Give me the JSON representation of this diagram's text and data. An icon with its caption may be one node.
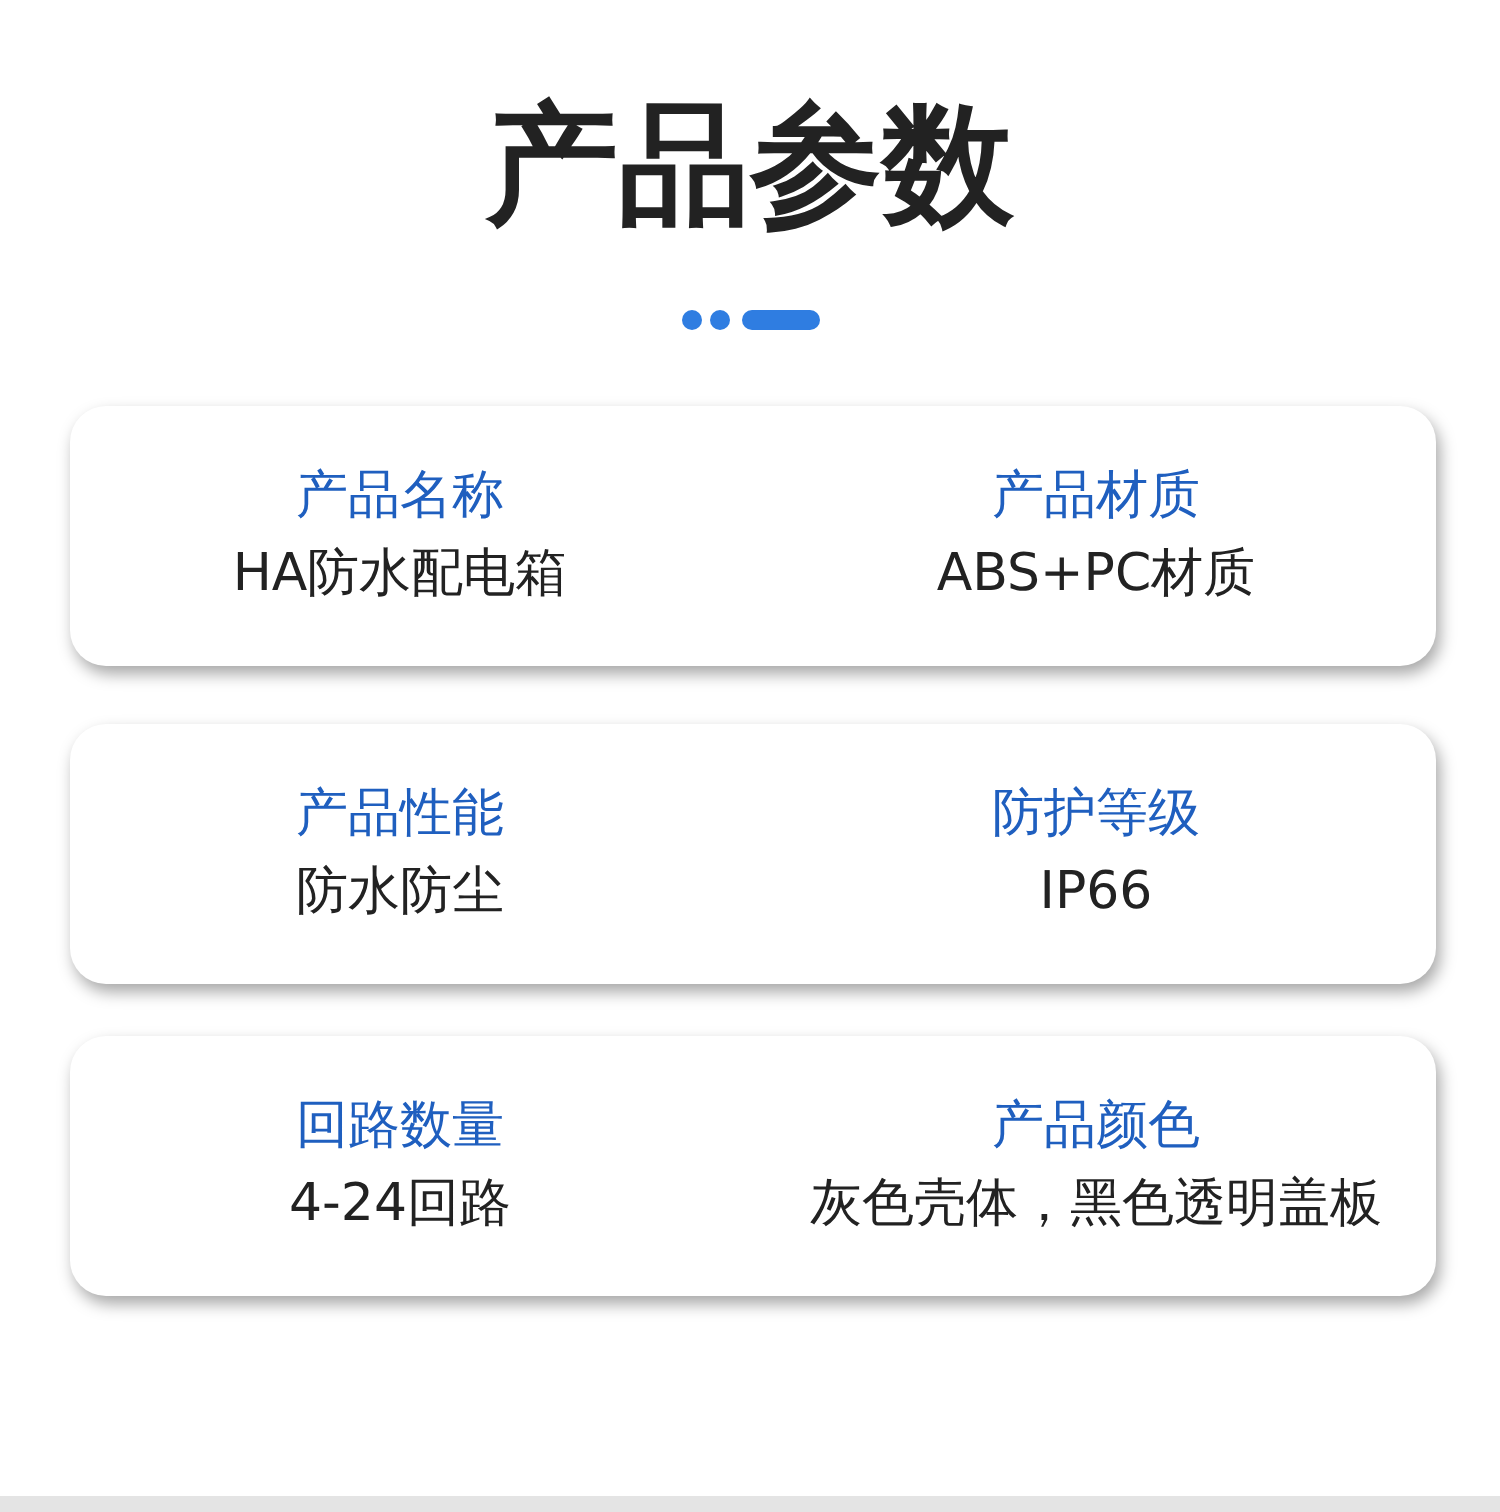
{
  "diagram": {
    "title": "产品参数",
    "labels": [
      "产品名称",
      "产品材质",
      "HA防水配电箱",
      "ABS+PC材质",
      "产品性能",
      "防护等级",
      "防水防尘",
      "IP66",
      "回路数量",
      "产品颜色",
      "4-24回路",
      "灰色壳体，黑色透明盖板"
    ]
  }
}
